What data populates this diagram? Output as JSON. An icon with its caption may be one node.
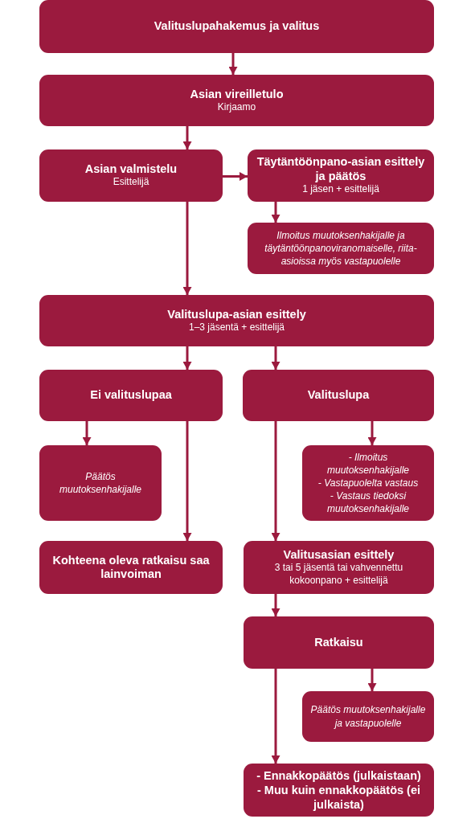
{
  "diagram": {
    "nodes": [
      {
        "text": [
          "Valituslupahakemus ja valitus"
        ]
      },
      {
        "text": [
          "Asian vireilletulo",
          "Kirjaamo"
        ]
      },
      {
        "text": [
          "Asian valmistelu",
          "Esittelijä"
        ]
      },
      {
        "text": [
          "Täytäntöönpano-asian esittely ja päätös",
          "1 jäsen + esittelijä"
        ]
      },
      {
        "text": [
          "Ilmoitus muutoksenhakijalle ja täytäntöönpanoviranomaiselle, riita-asioissa myös vastapuolelle"
        ]
      },
      {
        "text": [
          "Valituslupa-asian esittely",
          "1–3 jäsentä + esittelijä"
        ]
      },
      {
        "text": [
          "Ei valituslupaa"
        ]
      },
      {
        "text": [
          "Valituslupa"
        ]
      },
      {
        "text": [
          "Päätös muutoksenhakijalle"
        ]
      },
      {
        "text": [
          "- Ilmoitus muutoksenhakijalle",
          "- Vastapuolelta vastaus",
          "- Vastaus tiedoksi muutoksenhakijalle"
        ]
      },
      {
        "text": [
          "Kohteena oleva ratkaisu saa lainvoiman"
        ]
      },
      {
        "text": [
          "Valitusasian esittely",
          "3 tai 5 jäsentä tai vahvennettu kokoonpano + esittelijä"
        ]
      },
      {
        "text": [
          "Ratkaisu"
        ]
      },
      {
        "text": [
          "Päätös muutoksenhakijalle ja vastapuolelle"
        ]
      },
      {
        "text": [
          "- Ennakkopäätös (julkaistaan)",
          "- Muu kuin ennakkopäätös (ei julkaista)"
        ]
      }
    ],
    "edges": [
      {
        "from": 0,
        "to": 1,
        "arrow": "to"
      },
      {
        "from": 1,
        "to": 2,
        "arrow": "to"
      },
      {
        "from": 2,
        "to": 3,
        "arrow": "to"
      },
      {
        "from": 3,
        "to": 4,
        "arrow": "to"
      },
      {
        "from": 2,
        "to": 5,
        "arrow": "to"
      },
      {
        "from": 5,
        "to": 6,
        "arrow": "to"
      },
      {
        "from": 5,
        "to": 7,
        "arrow": "to"
      },
      {
        "from": 6,
        "to": 8,
        "arrow": "to"
      },
      {
        "from": 6,
        "to": 10,
        "arrow": "to"
      },
      {
        "from": 7,
        "to": 9,
        "arrow": "to"
      },
      {
        "from": 7,
        "to": 11,
        "arrow": "to"
      },
      {
        "from": 11,
        "to": 12,
        "arrow": "to"
      },
      {
        "from": 12,
        "to": 13,
        "arrow": "to"
      },
      {
        "from": 12,
        "to": 14,
        "arrow": "to"
      }
    ]
  }
}
